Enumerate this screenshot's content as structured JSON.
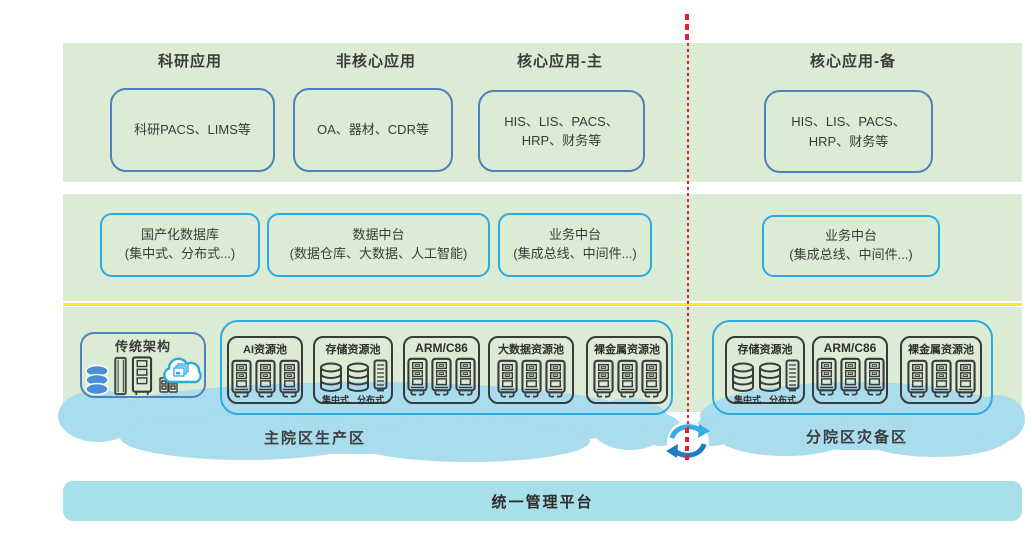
{
  "colors": {
    "band_green": "#dcecd4",
    "app_box_border": "#4f81bd",
    "cyan_border": "#29abe2",
    "pool_border": "#3a3a3a",
    "cloud_blue": "#a9dcec",
    "bar_blue": "#a8e0e9",
    "divider_yellow": "#f2ee21",
    "divider_red": "#ec1c2e",
    "icon_blue": "#2fa8dc"
  },
  "app_layer": {
    "sections": [
      {
        "title": "科研应用",
        "box_text": "科研PACS、LIMS等"
      },
      {
        "title": "非核心应用",
        "box_text": "OA、器材、CDR等"
      },
      {
        "title": "核心应用-主",
        "box_text": "HIS、LIS、PACS、HRP、财务等"
      },
      {
        "title": "核心应用-备",
        "box_text": "HIS、LIS、PACS、HRP、财务等"
      }
    ]
  },
  "platform_layer": {
    "boxes": [
      {
        "title": "国产化数据库",
        "subtitle": "(集中式、分布式...)"
      },
      {
        "title": "数据中台",
        "subtitle": "(数据仓库、大数据、人工智能)"
      },
      {
        "title": "业务中台",
        "subtitle": "(集成总线、中间件...)"
      },
      {
        "title": "业务中台",
        "subtitle": "(集成总线、中间件...)"
      }
    ]
  },
  "infra_layer": {
    "legacy_title": "传统架构",
    "production_pools": [
      {
        "name": "AI资源池"
      },
      {
        "name": "存储资源池",
        "sub_left": "集中式",
        "sub_right": "分布式"
      },
      {
        "name": "ARM/C86"
      },
      {
        "name": "大数据资源池"
      },
      {
        "name": "裸金属资源池"
      }
    ],
    "dr_pools": [
      {
        "name": "存储资源池",
        "sub_left": "集中式",
        "sub_right": "分布式"
      },
      {
        "name": "ARM/C86"
      },
      {
        "name": "裸金属资源池"
      }
    ],
    "production_zone_label": "主院区生产区",
    "dr_zone_label": "分院区灾备区"
  },
  "management_bar": {
    "label": "统一管理平台"
  }
}
